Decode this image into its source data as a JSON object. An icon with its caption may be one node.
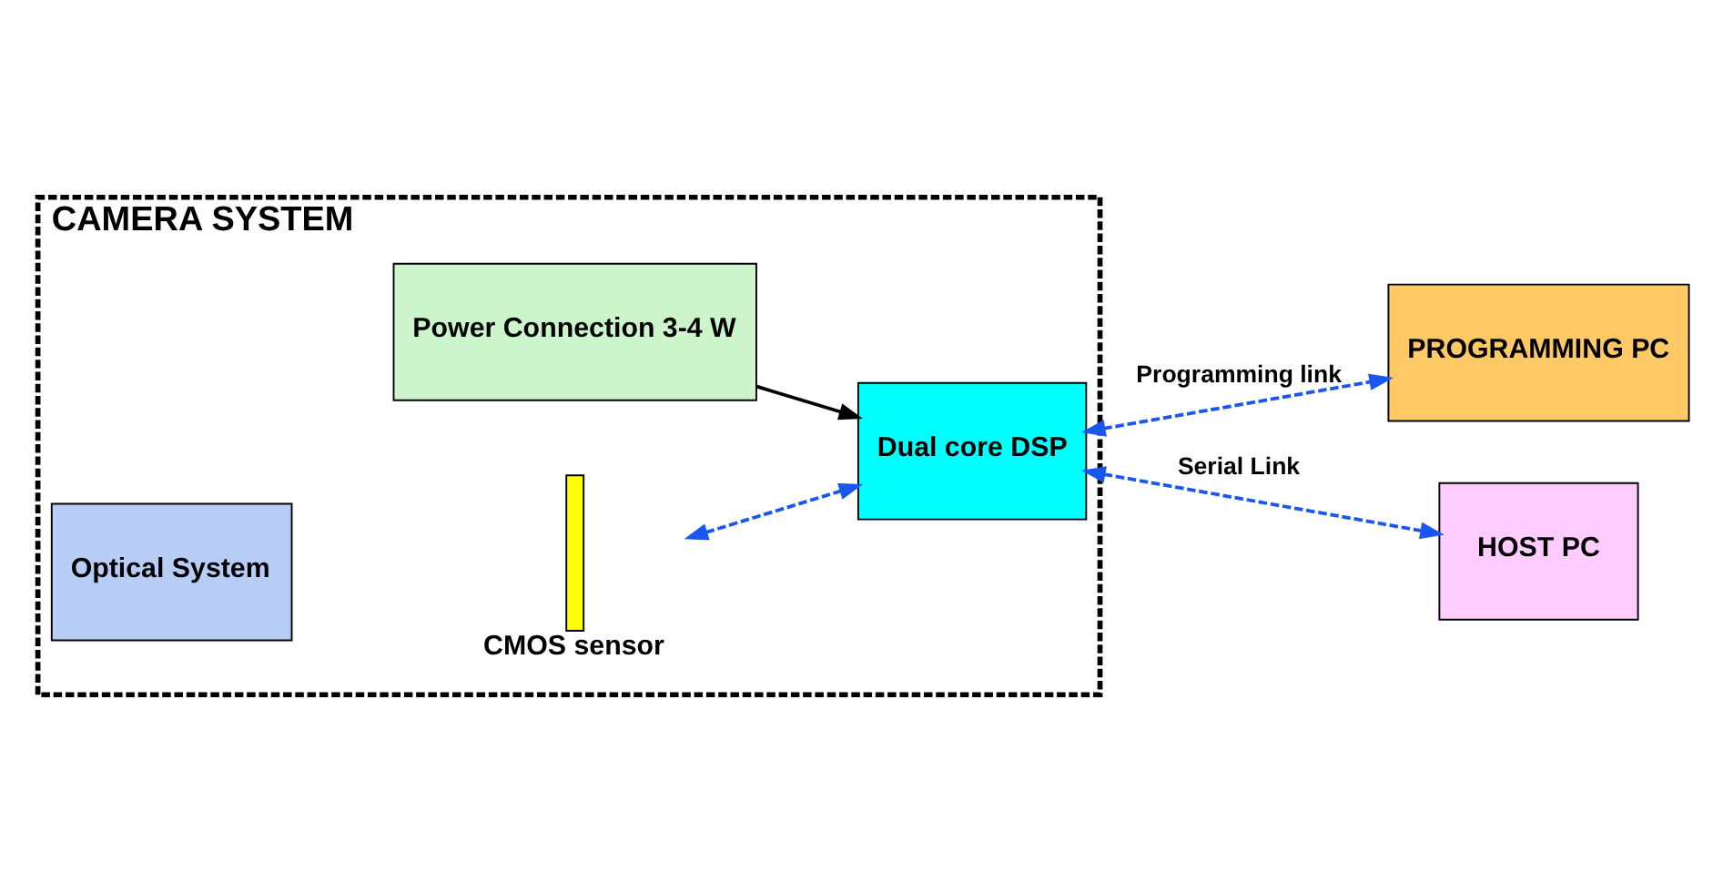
{
  "diagram": {
    "nodes": [
      {
        "text": [
          "CAMERA SYSTEM"
        ]
      },
      {
        "text": [
          "Power Connection 3-4 W"
        ],
        "in": 0
      },
      {
        "text": [
          "Optical System"
        ],
        "in": 0
      },
      {
        "text": [],
        "shape": "bar",
        "beside": [
          "CMOS sensor"
        ],
        "in": 0
      },
      {
        "text": [
          "Dual core DSP"
        ],
        "in": 0
      },
      {
        "text": [
          "PROGRAMMING PC"
        ]
      },
      {
        "text": [
          "HOST PC"
        ]
      }
    ],
    "edges": [
      {
        "from": 1,
        "to": 4,
        "arrow": "to",
        "color": "#000000"
      },
      {
        "from": 3,
        "to": 4,
        "arrow": "both",
        "style": "dashed"
      },
      {
        "from": 4,
        "to": 5,
        "arrow": "both",
        "style": "dashed",
        "label": "Programming link"
      },
      {
        "from": 4,
        "to": 6,
        "arrow": "both",
        "style": "dashed",
        "label": "Serial Link"
      }
    ]
  }
}
